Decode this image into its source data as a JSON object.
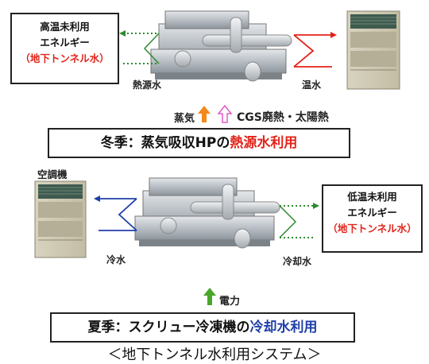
{
  "winter": {
    "source_box": {
      "line1": "高温未利用",
      "line2": "エネルギー",
      "line3": "（地下トンネル水）"
    },
    "label_heat_source": "熱源水",
    "label_hot_water": "温水",
    "steam_label": "蒸気",
    "cgs_label": "CGS廃熱・太陽熱",
    "banner_prefix": "冬季：蒸気吸収HPの",
    "banner_emphasis": "熱源水利用"
  },
  "summer": {
    "aircon_label": "空調機",
    "source_box": {
      "line1": "低温未利用",
      "line2": "エネルギー",
      "line3": "（地下トンネル水）"
    },
    "label_cold_water": "冷水",
    "label_cooling_water": "冷却水",
    "power_label": "電力",
    "banner_prefix": "夏季：スクリュー冷凍機の",
    "banner_emphasis": "冷却水利用"
  },
  "caption": "＜地下トンネル水利用システム＞",
  "colors": {
    "red": "#e2231a",
    "blue": "#1f3fa8",
    "pink": "#e05cc6",
    "orange": "#f08a1c",
    "green": "#4aa62c"
  }
}
